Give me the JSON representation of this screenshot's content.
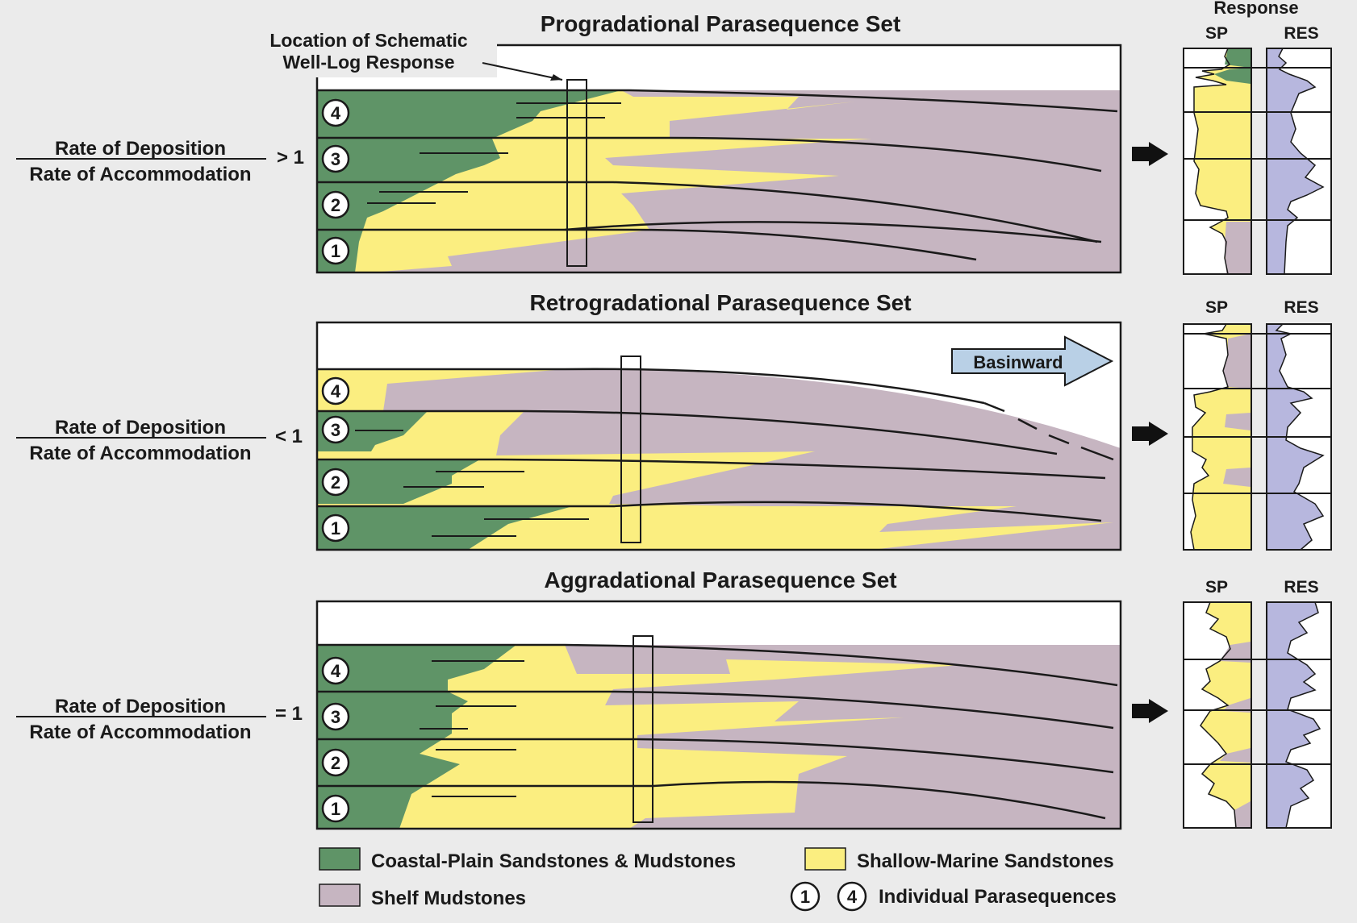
{
  "colors": {
    "background": "#ebebeb",
    "coastal_plain": "#5f9467",
    "shallow_marine": "#fbee80",
    "shelf_mudstone": "#c6b5c1",
    "res_log_fill": "#b7b7de",
    "outline": "#1a1a1a"
  },
  "top_header": "Response",
  "callout": {
    "line1": "Location of Schematic",
    "line2": "Well-Log Response"
  },
  "log_headers": {
    "sp": "SP",
    "res": "RES"
  },
  "ratio": {
    "numerator": "Rate of Deposition",
    "denominator": "Rate of Accommodation"
  },
  "panels": [
    {
      "id": "progradational",
      "title": "Progradational Parasequence Set",
      "ratio_sign": "> 1"
    },
    {
      "id": "retrogradational",
      "title": "Retrogradational Parasequence Set",
      "ratio_sign": "< 1",
      "arrow_label": "Basinward"
    },
    {
      "id": "aggradational",
      "title": "Aggradational Parasequence Set",
      "ratio_sign": "= 1"
    }
  ],
  "parasequence_numbers": [
    "1",
    "2",
    "3",
    "4"
  ],
  "legend": {
    "coastal": "Coastal-Plain Sandstones & Mudstones",
    "marine": "Shallow-Marine Sandstones",
    "shelf": "Shelf Mudstones",
    "parasequences": "Individual Parasequences",
    "ps_first": "1",
    "ps_last": "4"
  },
  "icons": {
    "log_arrow": "right-arrow-icon",
    "basinward": "basinward-arrow-icon"
  }
}
